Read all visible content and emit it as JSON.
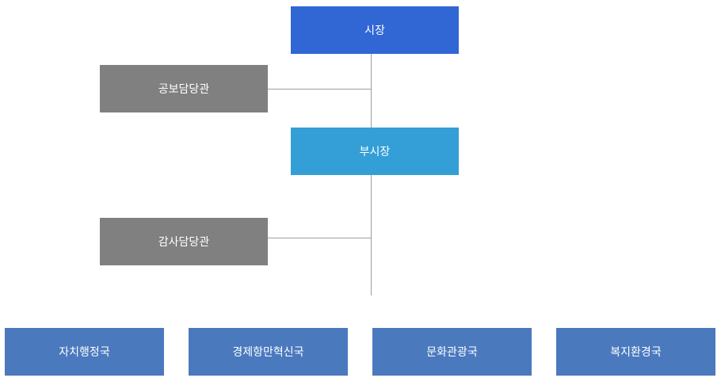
{
  "colors": {
    "mayor": "#3166d5",
    "vice_mayor": "#349fd6",
    "staff": "#808080",
    "bureau": "#4a79be",
    "connector": "#9e9e9e"
  },
  "org": {
    "mayor": "시장",
    "vice_mayor": "부시장",
    "staff": {
      "pr_officer": "공보담당관",
      "audit_officer": "감사담당관"
    },
    "bureaus": [
      "자치행정국",
      "경제항만혁신국",
      "문화관광국",
      "복지환경국"
    ]
  }
}
